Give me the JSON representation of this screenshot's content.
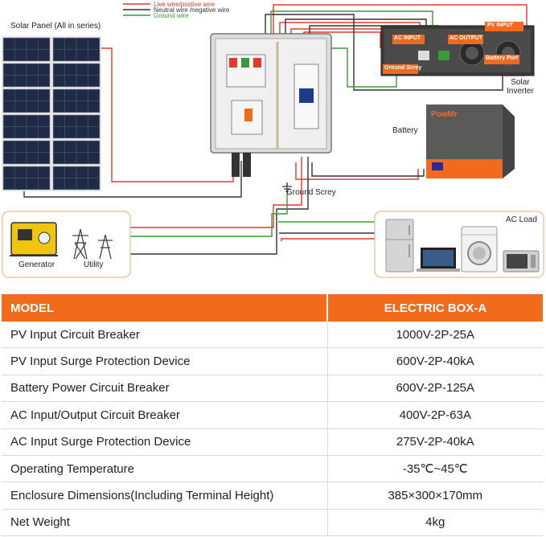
{
  "legend": {
    "live": "Live wire/postive wire",
    "neutral": "Neutral wire /negative wire",
    "ground": "Ground wire"
  },
  "labels": {
    "solar_panel": "Solar Panel (All in series)",
    "pv_input": "PV INPUT",
    "ac_input": "AC INPUT",
    "ac_output": "AC OUTPUT",
    "ground_screy_inverter": "Ground Screy",
    "battery_port": "Battery Port",
    "solar_inverter": "Solar\nInverter",
    "battery": "Battery",
    "brand": "PowMr",
    "ground_screy": "Ground Screy",
    "ac_load": "AC Load",
    "generator": "Generator",
    "utility": "Utility"
  },
  "colors": {
    "live": "#e23b2e",
    "neutral": "#333333",
    "ground": "#3a9a3a",
    "accent": "#f26b1d"
  },
  "icons": [
    "solar-panel",
    "combiner-box",
    "solar-inverter",
    "battery",
    "generator",
    "utility-tower",
    "refrigerator",
    "laptop",
    "washing-machine",
    "microwave",
    "ground-symbol"
  ],
  "table": {
    "header": [
      "MODEL",
      "ELECTRIC BOX-A"
    ],
    "rows": [
      [
        "PV Input Circuit Breaker",
        "1000V-2P-25A"
      ],
      [
        "PV Input Surge Protection Device",
        "600V-2P-40kA"
      ],
      [
        "Battery Power Circuit Breaker",
        "600V-2P-125A"
      ],
      [
        "AC Input/Output Circuit Breaker",
        "400V-2P-63A"
      ],
      [
        "AC Input Surge Protection Device",
        "275V-2P-40kA"
      ],
      [
        "Operating Temperature",
        "-35℃~45℃"
      ],
      [
        "Enclosure Dimensions(Including Terminal Height)",
        "385×300×170mm"
      ],
      [
        "Net Weight",
        "4kg"
      ]
    ]
  }
}
